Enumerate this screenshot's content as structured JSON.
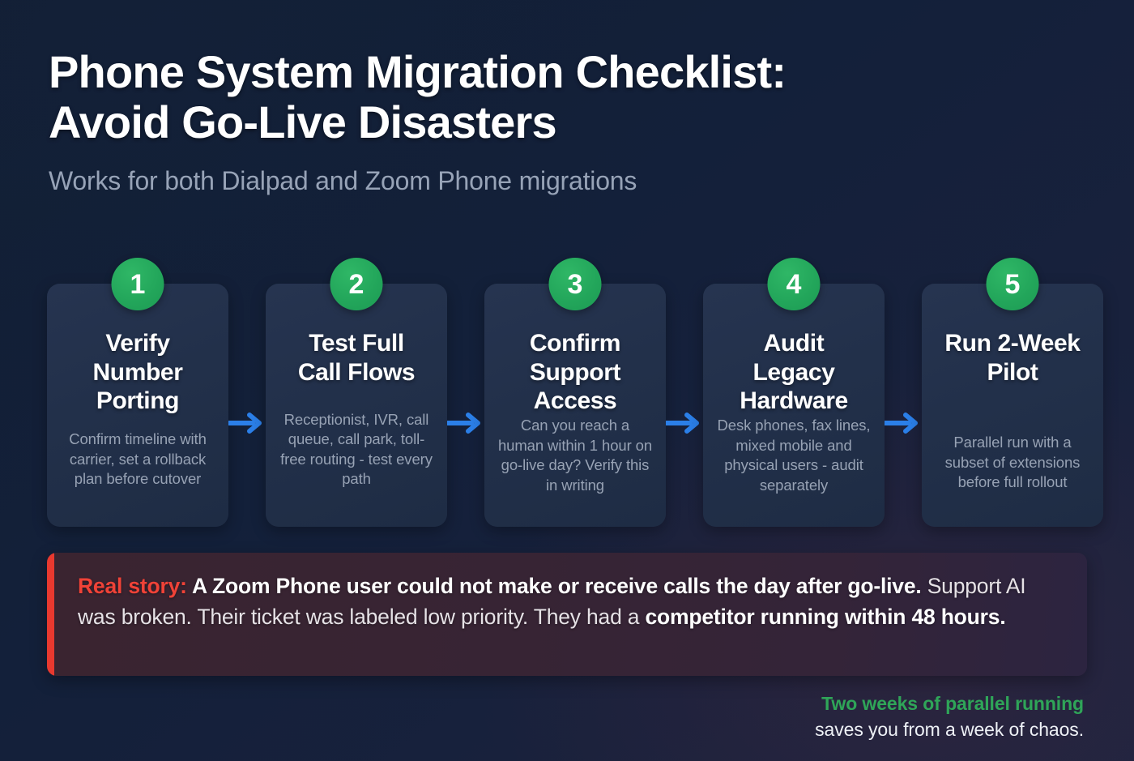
{
  "header": {
    "title": "Phone System Migration Checklist:\nAvoid Go-Live Disasters",
    "subtitle": "Works for both Dialpad and Zoom Phone migrations"
  },
  "steps": [
    {
      "number": "1",
      "title": "Verify\nNumber\nPorting",
      "body": "Confirm timeline with carrier, set a rollback plan before cutover"
    },
    {
      "number": "2",
      "title": "Test Full\nCall Flows",
      "body": "Receptionist, IVR, call queue, call park, toll-free routing - test every path"
    },
    {
      "number": "3",
      "title": "Confirm\nSupport\nAccess",
      "body": "Can you reach a human within 1 hour on go-live day? Verify this in writing"
    },
    {
      "number": "4",
      "title": "Audit\nLegacy\nHardware",
      "body": "Desk phones, fax lines, mixed mobile and physical users - audit separately"
    },
    {
      "number": "5",
      "title": "Run 2-Week\nPilot",
      "body": "Parallel run with a subset of extensions before full rollout"
    }
  ],
  "callout": {
    "lead_label": "Real story:",
    "bold_1": " A Zoom Phone user could not make or receive calls the day after go-live.",
    "plain_1": " Support AI was broken. Their ticket was labeled low priority. They had a ",
    "bold_2": "competitor running within 48 hours."
  },
  "footer": {
    "line1": "Two weeks of parallel running",
    "line2": "saves you from a week of chaos."
  },
  "colors": {
    "page_background": "#121e33",
    "card_background": "#22304a",
    "badge_green": "#22a55a",
    "arrow_blue": "#2b7fe8",
    "callout_background": "#372434",
    "callout_accent_red": "#e8392f",
    "footer_green": "#2fa558",
    "title_white": "#ffffff",
    "subtitle_gray": "#97a3b7",
    "body_gray": "#97a2b4"
  },
  "icons": {
    "arrow": "arrow-right-icon"
  }
}
